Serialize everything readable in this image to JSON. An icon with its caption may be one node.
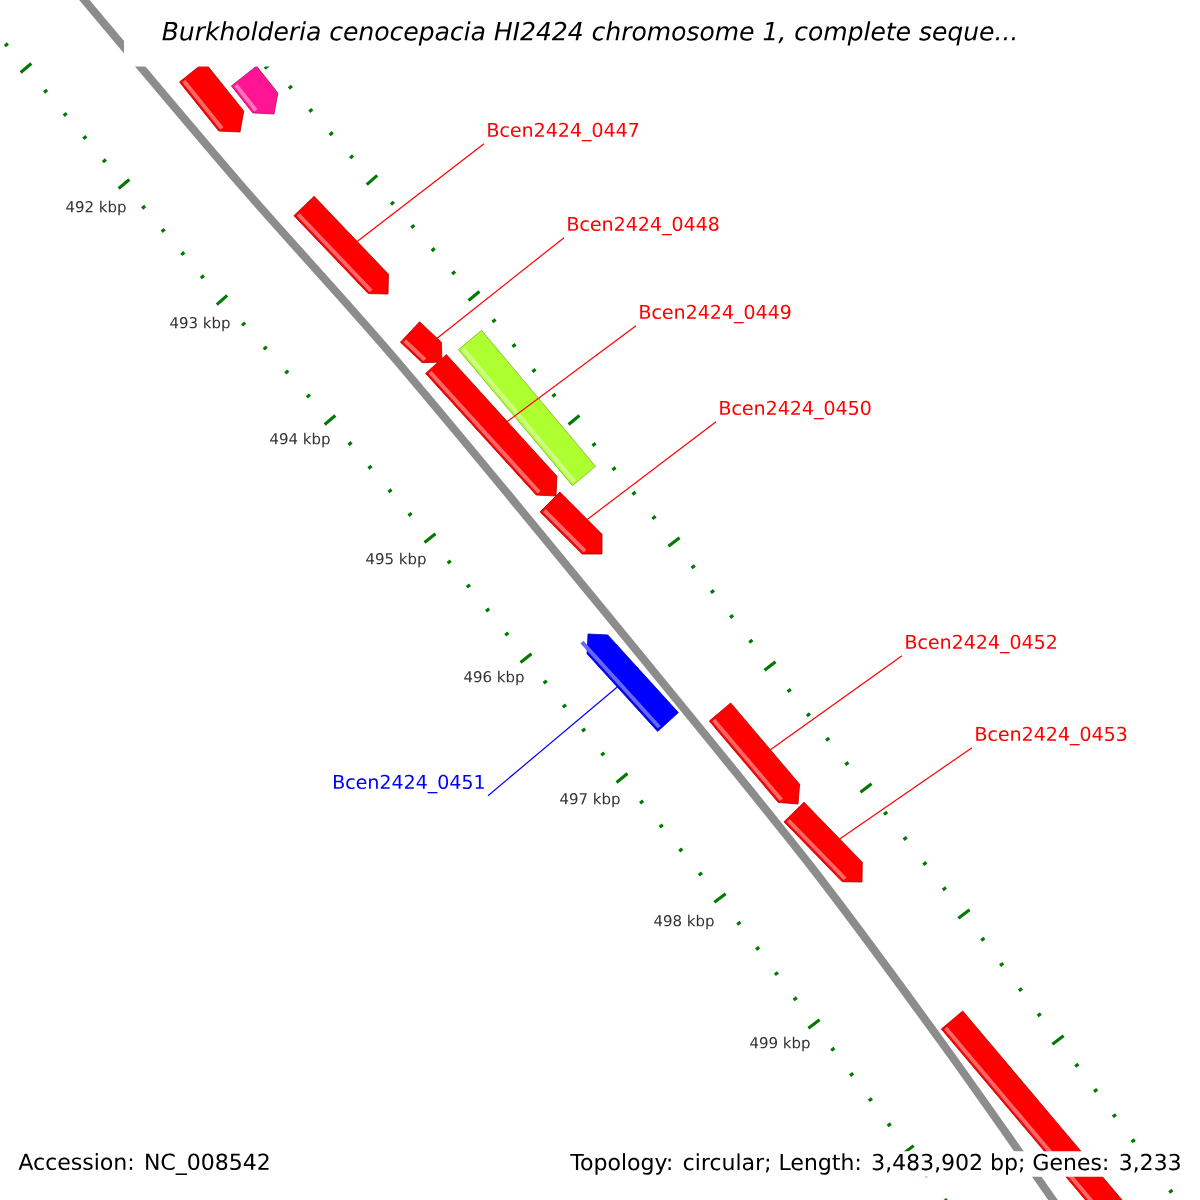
{
  "diagram": {
    "title": "Burkholderia cenocepacia HI2424 chromosome 1, complete seque...",
    "nodes": [
      {
        "text": [],
        "shape": "arrow"
      },
      {
        "text": [],
        "shape": "arrow"
      },
      {
        "text": [],
        "shape": "arrow"
      },
      {
        "text": [
          "Bcen2424_0447"
        ]
      },
      {
        "text": [],
        "shape": "arrow"
      },
      {
        "text": [
          "Bcen2424_0448"
        ]
      },
      {
        "text": [],
        "shape": "bar"
      },
      {
        "text": [],
        "shape": "arrow"
      },
      {
        "text": [
          "Bcen2424_0449"
        ]
      },
      {
        "text": [],
        "shape": "arrow"
      },
      {
        "text": [
          "Bcen2424_0450"
        ]
      },
      {
        "text": [],
        "shape": "arrow"
      },
      {
        "text": [
          "Bcen2424_0451"
        ]
      },
      {
        "text": [],
        "shape": "arrow"
      },
      {
        "text": [
          "Bcen2424_0452"
        ]
      },
      {
        "text": [],
        "shape": "arrow"
      },
      {
        "text": [
          "Bcen2424_0453"
        ]
      },
      {
        "text": [],
        "shape": "arrow"
      }
    ],
    "edges": [
      {
        "from": 3,
        "to": 2,
        "arrow": "none"
      },
      {
        "from": 5,
        "to": 4,
        "arrow": "none"
      },
      {
        "from": 8,
        "to": 7,
        "arrow": "none"
      },
      {
        "from": 10,
        "to": 9,
        "arrow": "none"
      },
      {
        "from": 12,
        "to": 11,
        "arrow": "none",
        "color": "#0000ff"
      },
      {
        "from": 14,
        "to": 13,
        "arrow": "none"
      },
      {
        "from": 16,
        "to": 15,
        "arrow": "none"
      }
    ],
    "labels": [
      "492 kbp",
      "493 kbp",
      "494 kbp",
      "495 kbp",
      "496 kbp",
      "497 kbp",
      "498 kbp",
      "499 kbp",
      "Accession: NC_008542",
      "Topology: circular; Length: 3,483,902 bp; Genes: 3,233"
    ]
  }
}
